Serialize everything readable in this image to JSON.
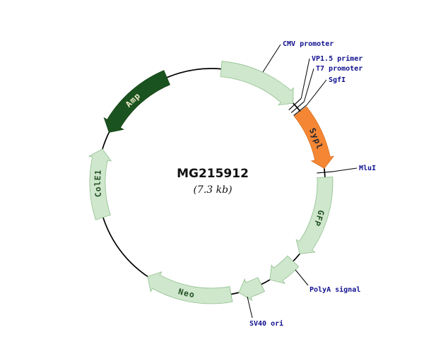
{
  "plasmid": {
    "name": "MG215912",
    "size_label": "(7.3 kb)",
    "features": [
      {
        "id": "cmv-promoter",
        "label": "",
        "tail": 5,
        "head": 46,
        "fill": "light"
      },
      {
        "id": "sypl",
        "label": "Sypl",
        "tail": 51.5,
        "head": 83,
        "fill": "orange",
        "text_color": "dark",
        "text_from": 55,
        "text_to": 80
      },
      {
        "id": "gfp",
        "label": "GFP",
        "tail": 87.5,
        "head": 129,
        "fill": "light",
        "text_color": "green",
        "text_from": 92,
        "text_to": 125
      },
      {
        "id": "polya-signal",
        "label": "",
        "tail": 134,
        "head": 149,
        "fill": "light"
      },
      {
        "id": "sv40-ori",
        "label": "",
        "tail": 154,
        "head": 166,
        "fill": "light"
      },
      {
        "id": "neo",
        "label": "Neo",
        "tail": 170,
        "head": 214,
        "fill": "light",
        "text_color": "green",
        "text_from": 211,
        "text_to": 174
      },
      {
        "id": "cole1",
        "label": "ColE1",
        "tail": 252,
        "head": 287,
        "fill": "light",
        "text_color": "green",
        "text_from": 254,
        "text_to": 285
      },
      {
        "id": "amp",
        "label": "Amp",
        "tail": 337,
        "head": 296,
        "fill": "dark",
        "text_color": "cream",
        "text_from": 301,
        "text_to": 332
      }
    ],
    "sites": {
      "cmv_promoter": "CMV promoter",
      "vp15_primer": "VP1.5 primer",
      "t7_promoter": "T7 promoter",
      "sgfi": "SgfI",
      "mlui": "MluI",
      "polya_signal": "PolyA signal",
      "sv40_ori": "SV40 ori"
    }
  },
  "colors": {
    "backbone": "#000000",
    "title_text": "#111111",
    "annotation_text": "#101090",
    "light_feature": "#cfe7cc",
    "light_feature_stroke": "#8fbf8f",
    "orange_feature": "#f58634",
    "orange_feature_stroke": "#d96f1e",
    "dark_feature": "#1a531f",
    "dark_feature_stroke": "#123f12",
    "feature_text_green": "#235023",
    "feature_text_cream": "#f2eecb",
    "feature_text_dark": "#1e2430"
  }
}
